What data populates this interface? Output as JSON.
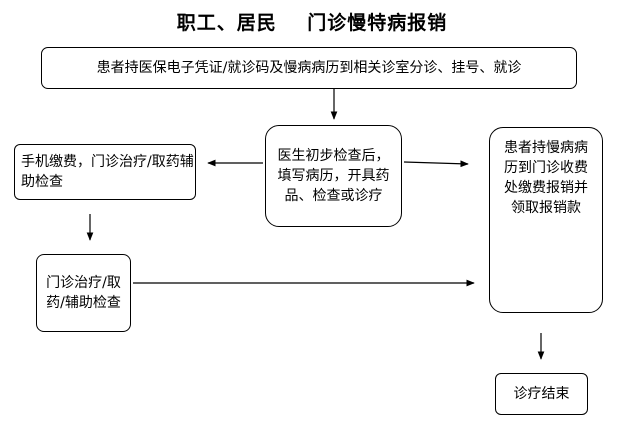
{
  "title": {
    "part1": "职工、居民",
    "part2": "门诊慢特病报销"
  },
  "nodes": {
    "start": "患者持医保电子凭证/就诊码及慢病病历到相关诊室分诊、挂号、就诊",
    "doctor": "医生初步检查后，填写病历，开具药品、检查或诊疗",
    "pay_left": "手机缴费，门诊治疗/取药辅助检查",
    "reimburse": "患者持慢病病历到门诊收费处缴费报销并领取报销款",
    "treatment": "门诊治疗/取药/辅助检查",
    "end": "诊疗结束"
  }
}
